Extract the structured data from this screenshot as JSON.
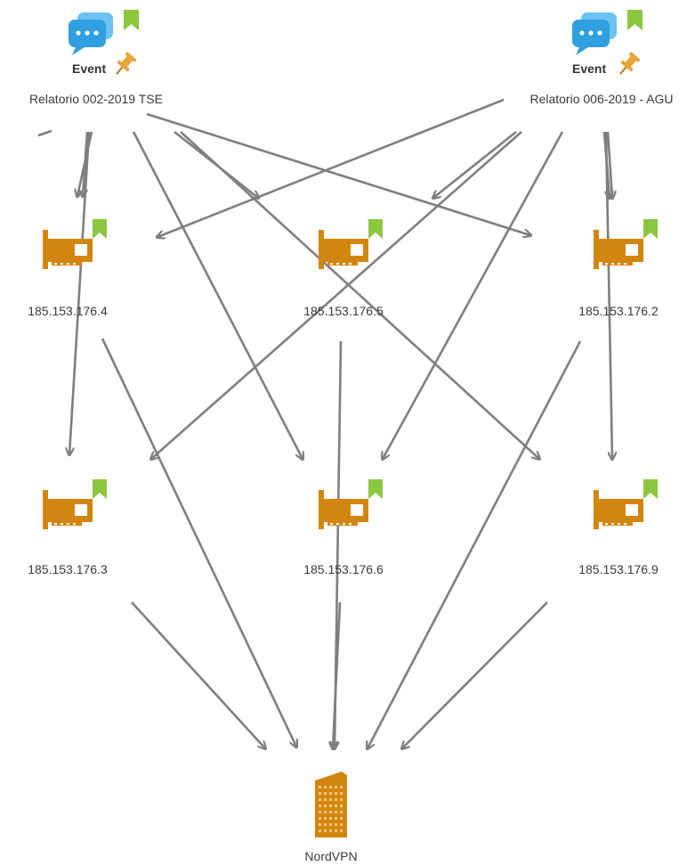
{
  "graph": {
    "events": [
      {
        "label": "Relatorio 002-2019 TSE",
        "badge": "Event",
        "icon": "event-chat-icon"
      },
      {
        "label": "Relatorio 006-2019 - AGU",
        "badge": "Event",
        "icon": "event-chat-icon"
      }
    ],
    "ips": [
      {
        "label": "185.153.176.4",
        "icon": "network-card-icon"
      },
      {
        "label": "185.153.176.5",
        "icon": "network-card-icon"
      },
      {
        "label": "185.153.176.2",
        "icon": "network-card-icon"
      },
      {
        "label": "185.153.176.3",
        "icon": "network-card-icon"
      },
      {
        "label": "185.153.176.6",
        "icon": "network-card-icon"
      },
      {
        "label": "185.153.176.9",
        "icon": "network-card-icon"
      }
    ],
    "org": {
      "label": "NordVPN",
      "icon": "building-icon"
    }
  },
  "colors": {
    "edge": "#7f7f7f",
    "card": "#d3860f",
    "bookmark": "#8dc63f",
    "chat": "#2f9fe0",
    "pin": "#e8a33a"
  }
}
